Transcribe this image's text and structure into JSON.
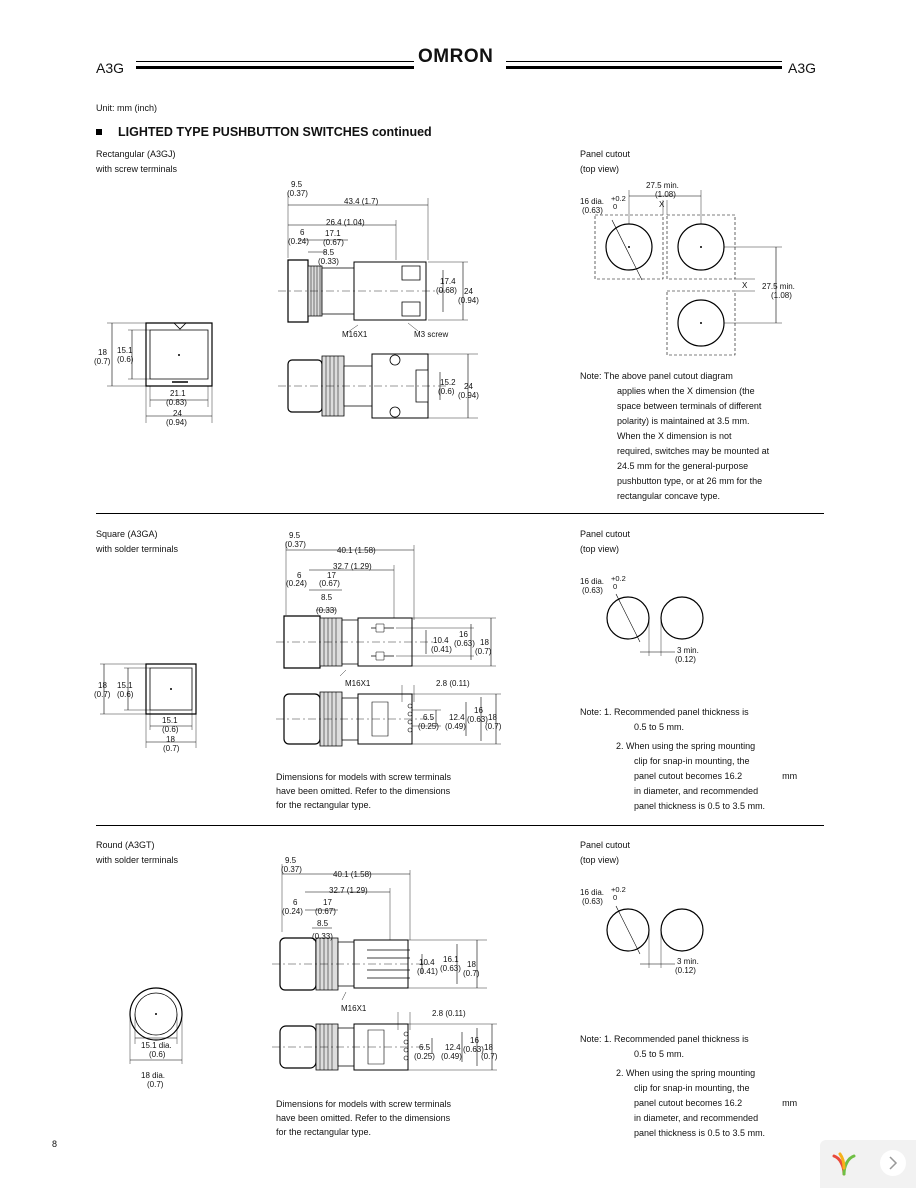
{
  "header": {
    "left_code": "A3G",
    "brand": "OMRON",
    "right_code": "A3G"
  },
  "unit_label": "Unit: mm (inch)",
  "section_title": "LIGHTED TYPE PUSHBUTTON SWITCHES continued",
  "rectangular": {
    "title": "Rectangular (A3GJ)",
    "subtitle": "with screw terminals",
    "front_dims": {
      "h1": "18",
      "h1_in": "(0.7)",
      "h2": "15.1",
      "h2_in": "(0.6)",
      "w1": "21.1",
      "w1_in": "(0.83)",
      "w2": "24",
      "w2_in": "(0.94)"
    },
    "side_dims": {
      "a": "9.5",
      "a_in": "(0.37)",
      "b": "43.4 (1.7)",
      "c": "26.4 (1.04)",
      "d": "6",
      "d_in": "(0.24)",
      "e": "17.1",
      "e_in": "(0.67)",
      "f": "8.5",
      "f_in": "(0.33)",
      "g": "17.4",
      "g_in": "(0.68)",
      "h": "24",
      "h_in": "(0.94)",
      "thread": "M16X1",
      "screw": "M3 screw",
      "i": "15.2",
      "i_in": "(0.6)",
      "j": "24",
      "j_in": "(0.94)"
    },
    "cutout": {
      "title": "Panel cutout",
      "subtitle": "(top view)",
      "dia": "16 dia.",
      "dia_tol_plus": "+0.2",
      "dia_tol_zero": "0",
      "dia_in": "(0.63)",
      "min1": "27.5 min.",
      "min1_in": "(1.08)",
      "x1": "X",
      "x2": "X",
      "min2": "27.5 min.",
      "min2_in": "(1.08)"
    },
    "note": [
      "Note: The above panel cutout diagram",
      "applies when the X dimension (the",
      "space between terminals of different",
      "polarity) is maintained at 3.5 mm.",
      "When the X dimension is not",
      "required, switches may be mounted at",
      "24.5 mm for the general-purpose",
      "pushbutton type, or at 26 mm for the",
      "rectangular concave type."
    ]
  },
  "square": {
    "title": "Square (A3GA)",
    "subtitle": "with solder terminals",
    "front_dims": {
      "h1": "18",
      "h1_in": "(0.7)",
      "h2": "15.1",
      "h2_in": "(0.6)",
      "w1": "15.1",
      "w1_in": "(0.6)",
      "w2": "18",
      "w2_in": "(0.7)"
    },
    "side_dims": {
      "a": "9.5",
      "a_in": "(0.37)",
      "b": "40.1 (1.58)",
      "c": "32.7 (1.29)",
      "d": "6",
      "d_in": "(0.24)",
      "e": "17",
      "e_in": "(0.67)",
      "f": "8.5",
      "f_in": "(0.33)",
      "g": "10.4",
      "g_in": "(0.41)",
      "h": "16",
      "h_in": "(0.63)",
      "k": "18",
      "k_in": "(0.7)",
      "thread": "M16X1",
      "pin": "2.8 (0.11)",
      "l": "6.5",
      "l_in": "(0.25)",
      "m": "12.4",
      "m_in": "(0.49)",
      "n": "16",
      "n_in": "(0.63)",
      "o": "18",
      "o_in": "(0.7)"
    },
    "omit_note": [
      "Dimensions for models with screw terminals",
      "have been omitted. Refer to the dimensions",
      "for the rectangular type."
    ],
    "cutout": {
      "title": "Panel cutout",
      "subtitle": "(top view)",
      "dia": "16 dia.",
      "dia_tol_plus": "+0.2",
      "dia_tol_zero": "0",
      "dia_in": "(0.63)",
      "gap": "3 min.",
      "gap_in": "(0.12)"
    },
    "note": {
      "n1a": "Note: 1. Recommended panel thickness is",
      "n1b": "0.5 to 5 mm.",
      "n2a": "2. When using the spring mounting",
      "n2b": "clip for snap-in mounting, the",
      "n2c": "panel cutout becomes 16.2",
      "n2c_unit": "mm",
      "n2d": "in diameter, and recommended",
      "n2e": "panel thickness is 0.5 to 3.5 mm."
    }
  },
  "round": {
    "title": "Round (A3GT)",
    "subtitle": "with solder terminals",
    "front_dims": {
      "d1": "15.1 dia.",
      "d1_in": "(0.6)",
      "d2": "18 dia.",
      "d2_in": "(0.7)"
    },
    "side_dims": {
      "a": "9.5",
      "a_in": "(0.37)",
      "b": "40.1 (1.58)",
      "c": "32.7 (1.29)",
      "d": "6",
      "d_in": "(0.24)",
      "e": "17",
      "e_in": "(0.67)",
      "f": "8.5",
      "f_in": "(0.33)",
      "g": "10.4",
      "g_in": "(0.41)",
      "h": "16.1",
      "h_in": "(0.63)",
      "k": "18",
      "k_in": "(0.7)",
      "thread": "M16X1",
      "pin": "2.8 (0.11)",
      "l": "6.5",
      "l_in": "(0.25)",
      "m": "12.4",
      "m_in": "(0.49)",
      "n": "16",
      "n_in": "(0.63)",
      "o": "18",
      "o_in": "(0.7)"
    },
    "omit_note": [
      "Dimensions for models with screw terminals",
      "have been omitted. Refer to the dimensions",
      "for the rectangular type."
    ],
    "cutout": {
      "title": "Panel cutout",
      "subtitle": "(top view)",
      "dia": "16 dia.",
      "dia_tol_plus": "+0.2",
      "dia_tol_zero": "0",
      "dia_in": "(0.63)",
      "gap": "3 min.",
      "gap_in": "(0.12)"
    },
    "note": {
      "n1a": "Note: 1. Recommended panel thickness is",
      "n1b": "0.5 to 5 mm.",
      "n2a": "2. When using the spring mounting",
      "n2b": "clip for snap-in mounting, the",
      "n2c": "panel cutout becomes 16.2",
      "n2c_unit": "mm",
      "n2d": "in diameter, and recommended",
      "n2e": "panel thickness is 0.5 to 3.5 mm."
    }
  },
  "page_number": "8",
  "viewer": {
    "logo_icon": "viewer-logo-icon",
    "next_icon": "chevron-right-icon"
  }
}
